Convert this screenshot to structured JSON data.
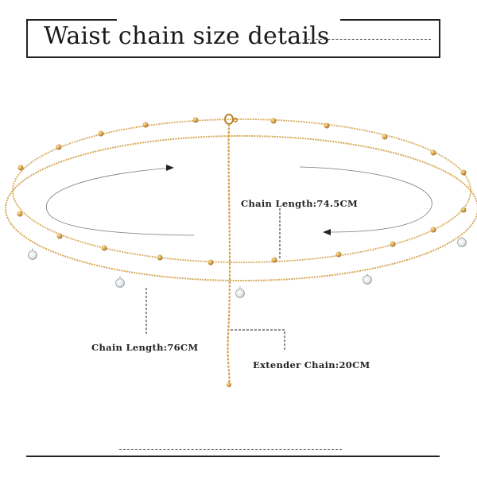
{
  "title": "Waist chain size details",
  "labels": {
    "chain_length_1": "Chain Length:74.5CM",
    "chain_length_2": "Chain Length:76CM",
    "extender": "Extender Chain:20CM"
  },
  "colors": {
    "gold": "#d8a957",
    "gold_dark": "#b8842f",
    "text": "#222222"
  }
}
